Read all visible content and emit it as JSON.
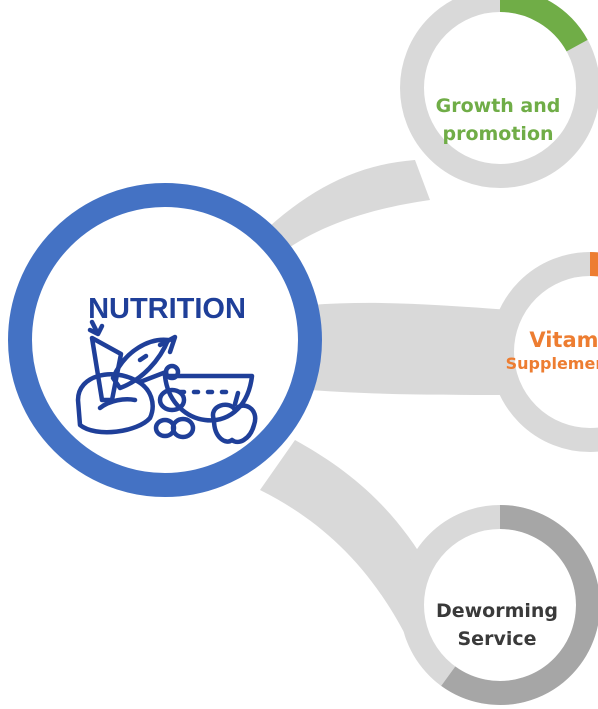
{
  "central": {
    "title": "NUTRITION",
    "icon": "food-group-icon",
    "ring_color": "#4472C4",
    "title_color": "#1F3F99",
    "icon_color": "#1F3F99"
  },
  "connector_color": "#D9D9D9",
  "nodes": [
    {
      "id": "growth",
      "lines": [
        "Growth and",
        "promotion"
      ],
      "color": "#70AD47",
      "progress": 0.17
    },
    {
      "id": "vitamin",
      "lines": [
        "Vitamin",
        "Supplement"
      ],
      "color": "#ED7D31",
      "progress": 0.1
    },
    {
      "id": "deworming",
      "lines": [
        "Deworming",
        "Service"
      ],
      "color": "#A6A6A6",
      "text_color": "#3A3A3A",
      "progress": 0.6
    }
  ]
}
